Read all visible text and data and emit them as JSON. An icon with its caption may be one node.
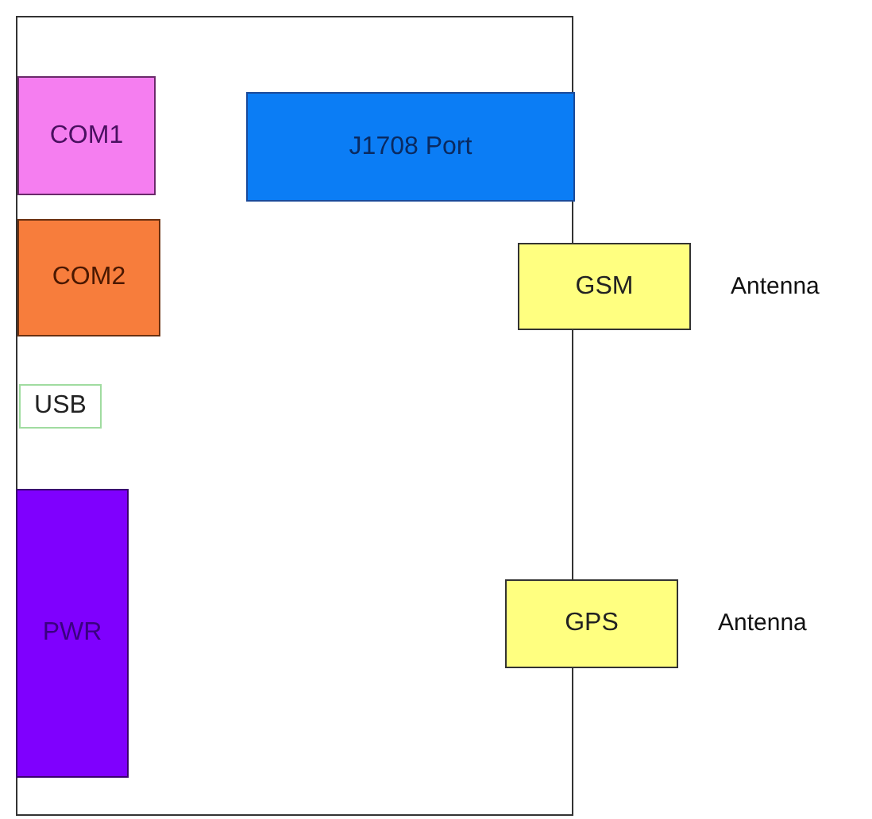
{
  "diagram": {
    "nodes": [
      {
        "text": [],
        "shape": "box"
      },
      {
        "text": [
          "COM1"
        ],
        "in": 0
      },
      {
        "text": [
          "J1708 Port"
        ],
        "in": 0
      },
      {
        "text": [
          "COM2"
        ],
        "in": 0
      },
      {
        "text": [
          "GSM"
        ],
        "beside": [
          "Antenna"
        ]
      },
      {
        "text": [
          "USB"
        ],
        "in": 0
      },
      {
        "text": [
          "PWR"
        ],
        "in": 0
      },
      {
        "text": [
          "GPS"
        ],
        "beside": [
          "Antenna"
        ]
      }
    ]
  }
}
